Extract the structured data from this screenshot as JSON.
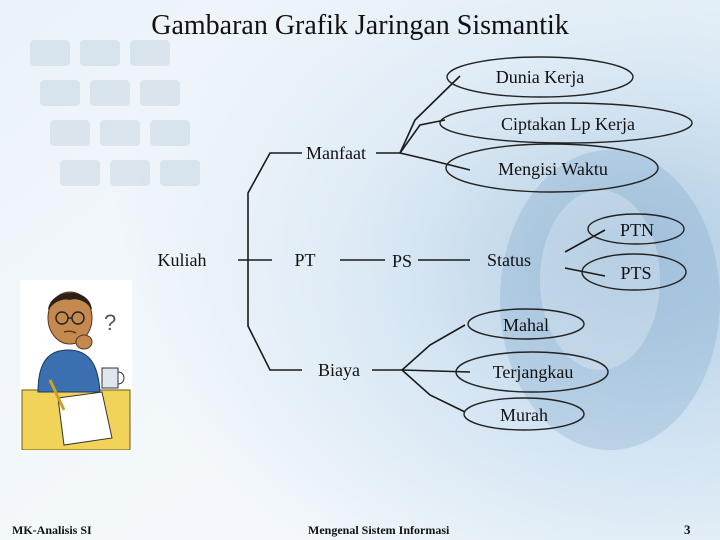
{
  "title": "Gambaran Grafik Jaringan Sismantik",
  "nodes": {
    "dunia_kerja": "Dunia Kerja",
    "ciptakan": "Ciptakan Lp Kerja",
    "manfaat": "Manfaat",
    "mengisi": "Mengisi Waktu",
    "ptn": "PTN",
    "kuliah": "Kuliah",
    "pt": "PT",
    "ps": "PS",
    "status": "Status",
    "pts": "PTS",
    "mahal": "Mahal",
    "biaya": "Biaya",
    "terjangkau": "Terjangkau",
    "murah": "Murah"
  },
  "footer": {
    "left": "MK-Analisis SI",
    "center": "Mengenal Sistem Informasi",
    "page": "3"
  },
  "colors": {
    "background_light": "#eef5fa",
    "background_blue": "#a9c9e0",
    "line": "#1a1a1a",
    "ellipse_stroke": "#222222"
  }
}
